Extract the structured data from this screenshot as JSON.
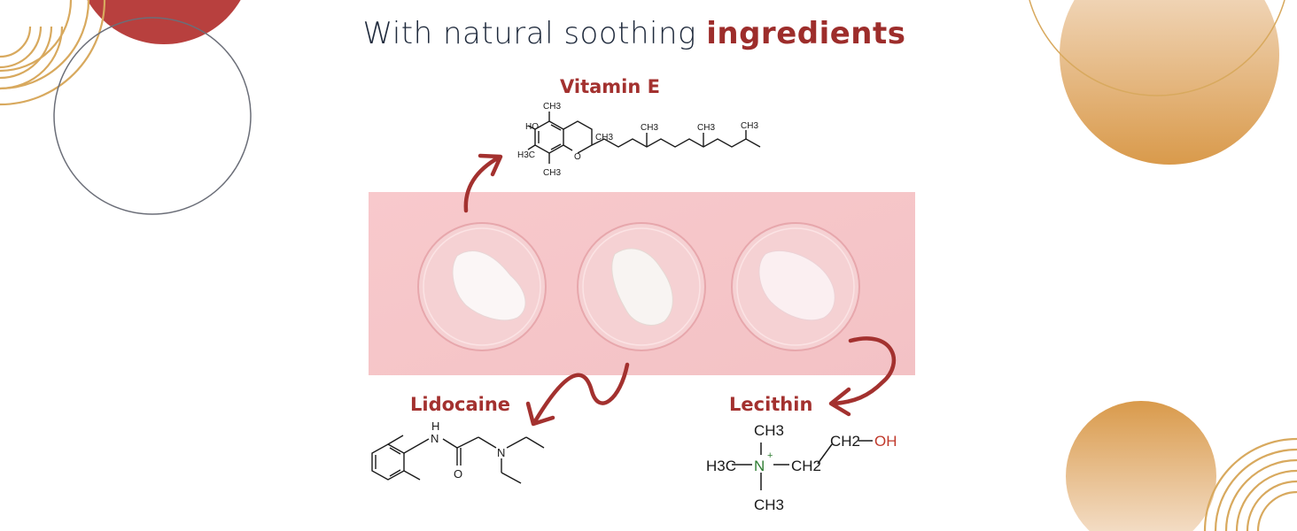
{
  "headline": {
    "normal": "With natural soothing",
    "emphasis": "ingredients"
  },
  "ingredients": [
    {
      "name": "Vitamin E"
    },
    {
      "name": "Lidocaine"
    },
    {
      "name": "Lecithin"
    }
  ],
  "formula": {
    "vitamin_e": {
      "ho": "HO",
      "ch3_top": "CH3",
      "ch3_chiral": "CH3",
      "h3c": "H3C",
      "o": "O",
      "ch3_bottom": "CH3",
      "ch3_a": "CH3",
      "ch3_b": "CH3",
      "ch3_c": "CH3"
    },
    "lidocaine": {
      "nh": "H",
      "n_amide": "N",
      "o": "O",
      "n_amine": "N"
    },
    "lecithin": {
      "ch3_top": "CH3",
      "h3c": "H3C",
      "n": "N",
      "plus": "+",
      "ch2a": "CH2",
      "ch2b": "CH2",
      "oh": "OH",
      "ch3_bottom": "CH3"
    }
  },
  "colors": {
    "title": "#1f2a3c",
    "accent": "#a3312f",
    "pink_panel": "#f6c6c9",
    "gold": "#d9a15a"
  }
}
